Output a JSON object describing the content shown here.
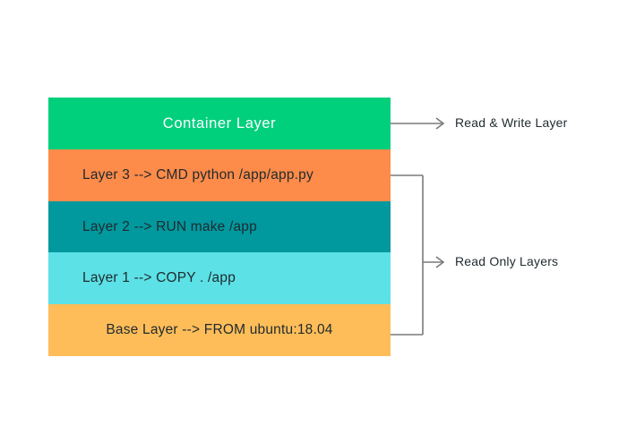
{
  "layers": [
    {
      "id": "container",
      "label": "Container Layer",
      "color": "#00cf7c"
    },
    {
      "id": "l3",
      "label": "Layer 3 --> CMD python /app/app.py",
      "color": "#fd8b4a"
    },
    {
      "id": "l2",
      "label": "Layer 2 --> RUN make /app",
      "color": "#01989e"
    },
    {
      "id": "l1",
      "label": "Layer 1 --> COPY . /app",
      "color": "#5ce1e6"
    },
    {
      "id": "base",
      "label": "Base Layer --> FROM ubuntu:18.04",
      "color": "#ffbd59"
    }
  ],
  "annotations": {
    "read_write": "Read & Write Layer",
    "read_only": "Read Only Layers"
  },
  "colors": {
    "connector": "#7a7a7a",
    "text": "#1f2a2e"
  }
}
